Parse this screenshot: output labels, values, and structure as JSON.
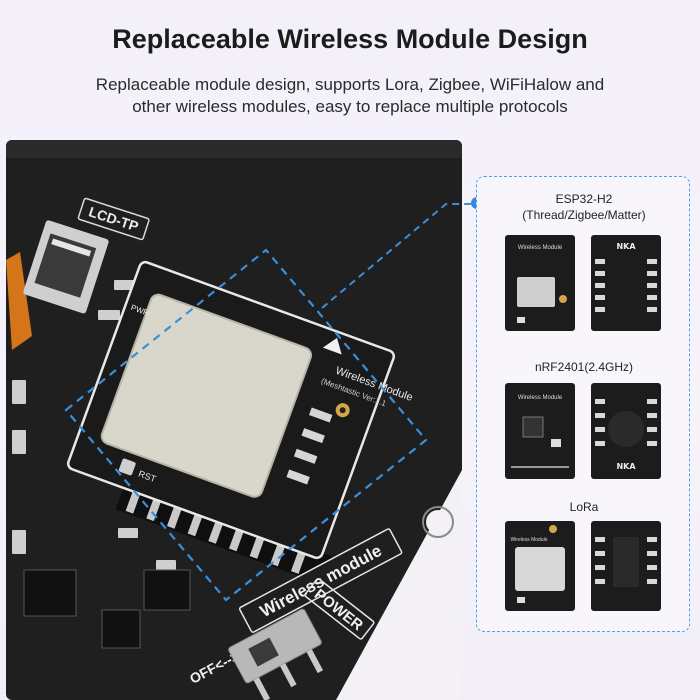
{
  "header": {
    "title": "Replaceable Wireless Module Design",
    "subtitle_line1": "Replaceable module design, supports Lora, Zigbee, WiFiHalow and",
    "subtitle_line2": "other wireless modules, easy to replace multiple protocols"
  },
  "board": {
    "lcd_label": "LCD-TP",
    "module_label_line1": "Wireless Module",
    "module_label_line2": "(Meshtastic Ver:1.1",
    "rst_label": "RST",
    "pwr_label": "PWR",
    "wireless_label": "Wireless module",
    "switch_label": "OFF<-->ON",
    "power_label": "POWER"
  },
  "panel": {
    "modules": [
      {
        "name_line1": "ESP32-H2",
        "name_line2": "(Thread/Zigbee/Matter)"
      },
      {
        "name_line1": "nRF2401(2.4GHz)",
        "name_line2": ""
      },
      {
        "name_line1": "LoRa",
        "name_line2": ""
      }
    ]
  },
  "colors": {
    "background": "#f3f0fa",
    "accent_dashed": "#3a8fd8",
    "board": "#1e1e1e"
  }
}
